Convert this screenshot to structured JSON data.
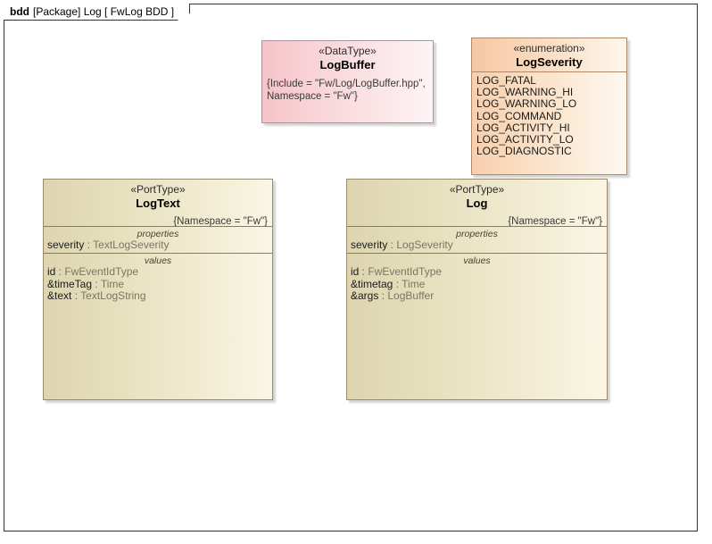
{
  "frame": {
    "kind": "bdd",
    "rest": "[Package] Log [ FwLog BDD ]"
  },
  "nodes": {
    "logbuffer": {
      "stereotype": "«DataType»",
      "name": "LogBuffer",
      "tag_line_1": "{Include = \"Fw/Log/LogBuffer.hpp\",",
      "tag_line_2": "Namespace = \"Fw\"}"
    },
    "logseverity": {
      "stereotype": "«enumeration»",
      "name": "LogSeverity",
      "literals": [
        "LOG_FATAL",
        "LOG_WARNING_HI",
        "LOG_WARNING_LO",
        "LOG_COMMAND",
        "LOG_ACTIVITY_HI",
        "LOG_ACTIVITY_LO",
        "LOG_DIAGNOSTIC"
      ]
    },
    "logtext": {
      "stereotype": "«PortType»",
      "name": "LogText",
      "namespace_tag": "{Namespace = \"Fw\"}",
      "properties_label": "properties",
      "values_label": "values",
      "properties": [
        {
          "name": "severity",
          "sep": " : ",
          "type": "TextLogSeverity"
        }
      ],
      "values": [
        {
          "name": "id",
          "sep": " : ",
          "type": "FwEventIdType"
        },
        {
          "name": "&timeTag",
          "sep": " : ",
          "type": "Time"
        },
        {
          "name": "&text",
          "sep": " : ",
          "type": "TextLogString"
        }
      ]
    },
    "log": {
      "stereotype": "«PortType»",
      "name": "Log",
      "namespace_tag": "{Namespace = \"Fw\"}",
      "properties_label": "properties",
      "values_label": "values",
      "properties": [
        {
          "name": "severity",
          "sep": " : ",
          "type": "LogSeverity"
        }
      ],
      "values": [
        {
          "name": "id",
          "sep": " : ",
          "type": "FwEventIdType"
        },
        {
          "name": "&timetag",
          "sep": " : ",
          "type": "Time"
        },
        {
          "name": "&args",
          "sep": " : ",
          "type": "LogBuffer"
        }
      ]
    }
  },
  "colors": {
    "datatype_fill": "#f6c3c9",
    "enumeration_fill": "#f7cfae",
    "porttype_fill": "#ddd5b0",
    "frame_border": "#333333",
    "node_border": "#8a7a6a"
  }
}
